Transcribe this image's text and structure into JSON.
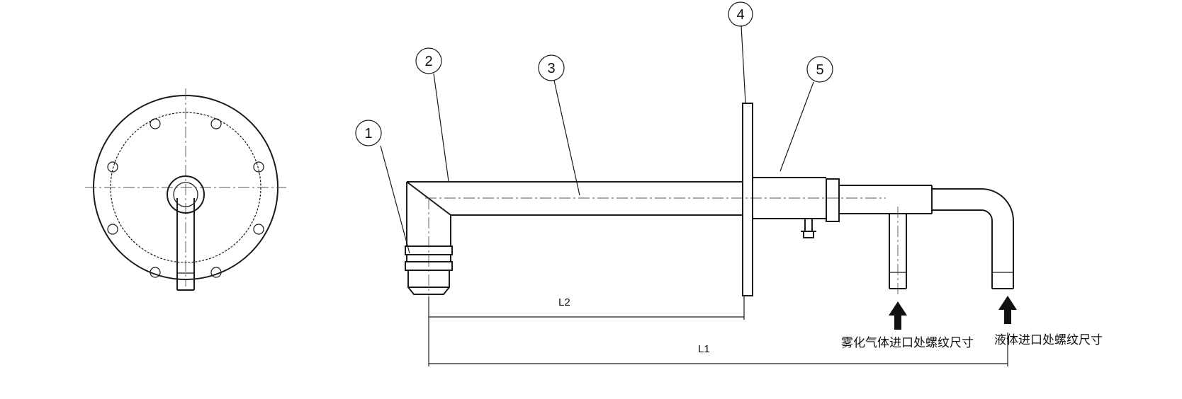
{
  "callouts": [
    "1",
    "2",
    "3",
    "4",
    "5"
  ],
  "dimensions": {
    "l1": "L1",
    "l2": "L2"
  },
  "notes": {
    "gas_inlet": "雾化气体进口处螺纹尺寸",
    "liquid_inlet": "液体进口处螺纹尺寸"
  }
}
